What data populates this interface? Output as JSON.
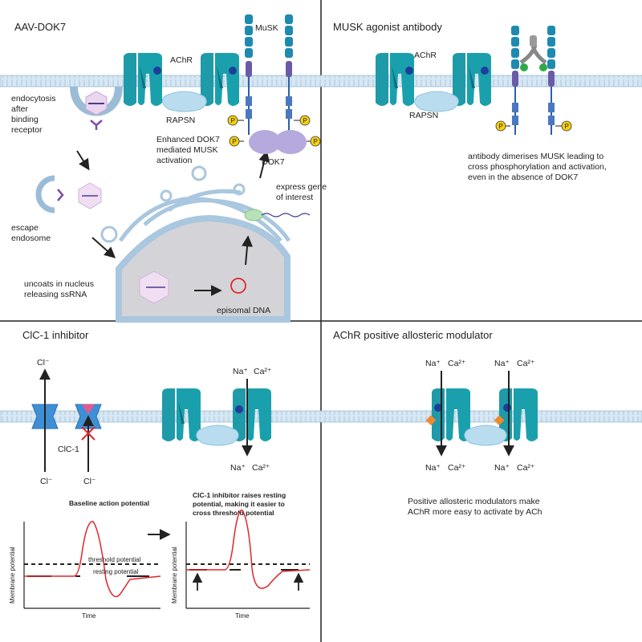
{
  "panels": {
    "aav": {
      "title": "AAV-DOK7",
      "achr": "AChR",
      "musk": "MuSK",
      "rapsn": "RAPSN",
      "endocytosis": [
        "endocytosis",
        "after",
        "binding",
        "receptor"
      ],
      "enhanced": [
        "Enhanced DOK7",
        "mediated MUSK",
        "activation"
      ],
      "dok7": "DOK7",
      "express": [
        "express gene",
        "of interest"
      ],
      "escape": [
        "escape",
        "endosome"
      ],
      "uncoats": [
        "uncoats in nucleus",
        "releasing ssRNA"
      ],
      "episomal": "episomal DNA"
    },
    "musk": {
      "title": "MUSK agonist antibody",
      "achr": "AChR",
      "rapsn": "RAPSN",
      "desc": [
        "antibody dimerises MUSK leading to",
        "cross phosphorylation and activation,",
        "even in the absence of DOK7"
      ]
    },
    "clc": {
      "title": "ClC-1 inhibitor",
      "cl_top": "Cl⁻",
      "cl_bottom_left": "Cl⁻",
      "cl_bottom_right": "Cl⁻",
      "clc1": "ClC-1",
      "na_top": "Na⁺",
      "ca_top": "Ca²⁺",
      "na_bottom": "Na⁺",
      "ca_bottom": "Ca²⁺",
      "baseline": "Baseline action potential",
      "inhibitor_desc": [
        "ClC-1 inhibitor raises resting",
        "potential, making it easier to",
        "cross threshold potential"
      ],
      "ylabel": "Membrane potential",
      "xlabel": "Time",
      "threshold": "threshold potential",
      "resting": "resting potential"
    },
    "pam": {
      "title": "AChR positive allosteric modulator",
      "na": "Na⁺",
      "ca": "Ca²⁺",
      "desc": [
        "Positive allosteric modulators make",
        "AChR more easy to activate by ACh"
      ]
    }
  },
  "phospho": "P",
  "colors": {
    "membrane": "#bcd6ea",
    "achr": "#1e9aa8",
    "achr_dark": "#0f6f7d",
    "rapsn": "#b9dcef",
    "musk": "#2a7fb8",
    "dok7": "#b6a9dd",
    "phospho": "#f4cf10",
    "red": "#e0262b"
  }
}
